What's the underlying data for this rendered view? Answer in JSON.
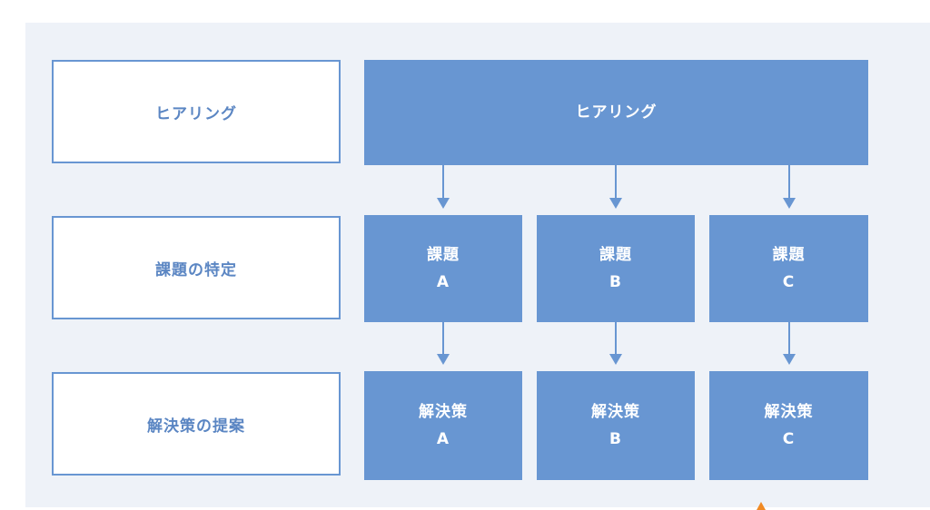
{
  "rows": {
    "hearing_label": "ヒアリング",
    "issue_label": "課題の特定",
    "solution_label": "解決策の提案"
  },
  "hearing_box": "ヒアリング",
  "issues": [
    {
      "title": "課題",
      "letter": "A"
    },
    {
      "title": "課題",
      "letter": "B"
    },
    {
      "title": "課題",
      "letter": "C"
    }
  ],
  "solutions": [
    {
      "title": "解決策",
      "letter": "A"
    },
    {
      "title": "解決策",
      "letter": "B"
    },
    {
      "title": "解決策",
      "letter": "C"
    }
  ],
  "colors": {
    "box_fill": "#6896d2",
    "label_text": "#5b86c3",
    "panel_bg": "#eef2f8",
    "accent_orange": "#f08a24"
  }
}
